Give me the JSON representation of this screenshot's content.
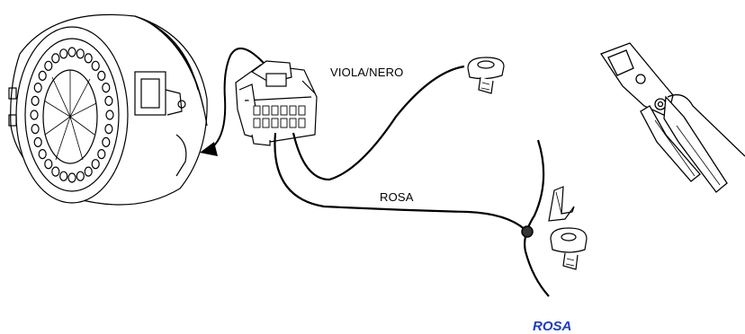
{
  "labels": {
    "viola_nero": "VIOLA/NERO",
    "rosa_wire": "ROSA",
    "rosa_caption": "ROSA"
  },
  "colors": {
    "line": "#000000",
    "caption": "#1a3cc8"
  },
  "icons": {
    "device": "speaker-unit-icon",
    "connector": "connector-plug-icon",
    "terminal_top": "ring-terminal-icon",
    "terminal_bottom": "ring-terminal-icon",
    "clip": "splice-clip-icon",
    "splice": "splice-joint-icon",
    "crimper": "crimping-pliers-icon",
    "arrow": "arrow-icon"
  }
}
